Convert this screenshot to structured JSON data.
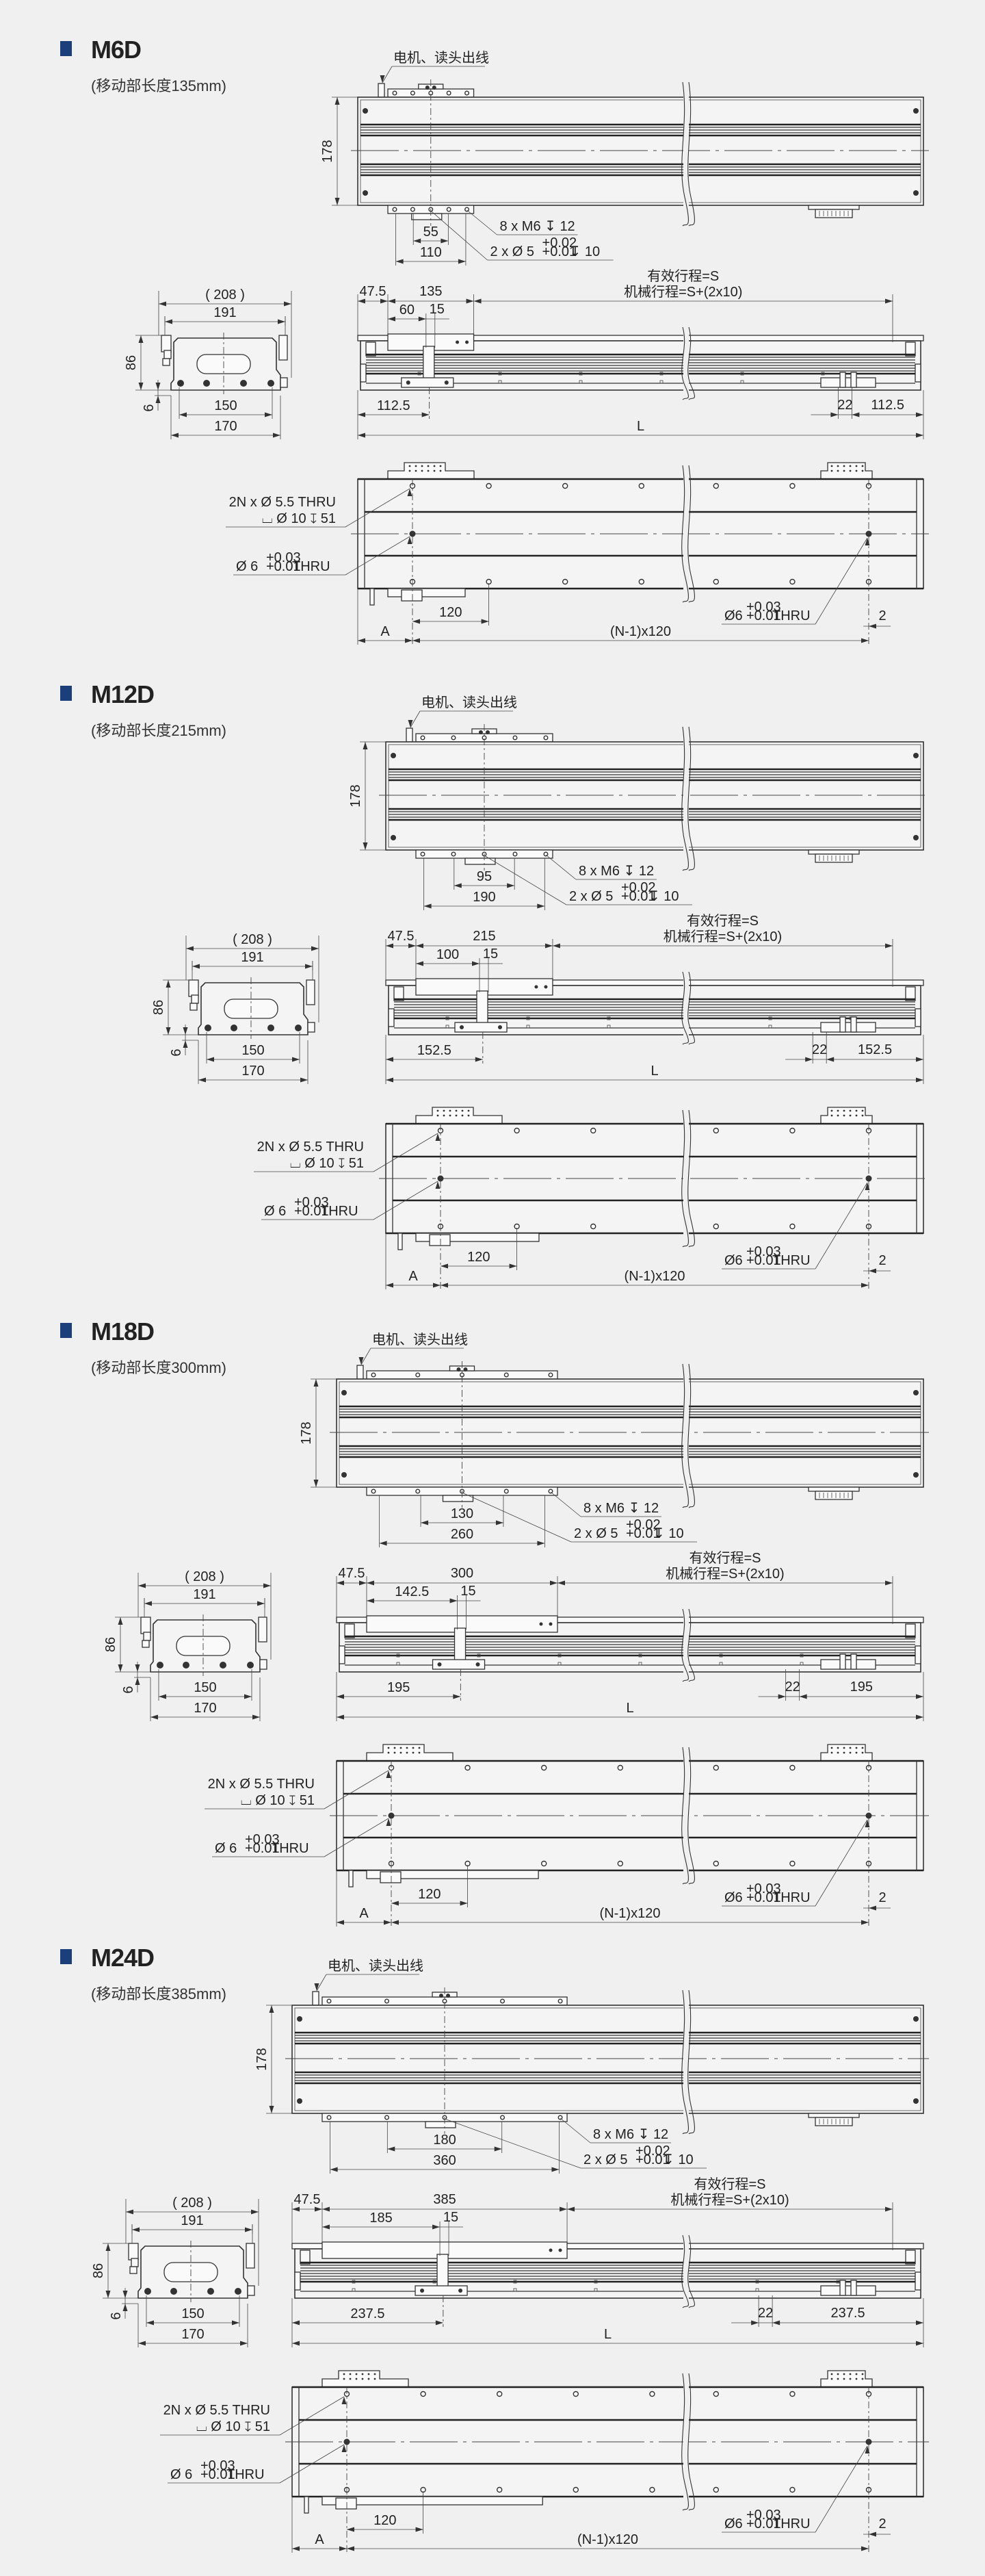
{
  "common": {
    "motor_label": "电机、读头出线",
    "height": "178",
    "tap_holes": "8 x M6 ↧ 12",
    "pin_prefix": "2 x Ø 5",
    "pin_tol_upper": "+0.02",
    "pin_tol_lower": "+0.01",
    "pin_suffix": "↧ 10",
    "stroke_effective": "有效行程=S",
    "stroke_mechanical": "机械行程=S+(2x10)",
    "offset": "47.5",
    "arm_width": "15",
    "gap": "22",
    "length": "L",
    "end_width_ref": "( 208 )",
    "end_width": "191",
    "end_height": "86",
    "end_clearance": "6",
    "end_hole_pitch": "150",
    "end_base": "170",
    "mount_holes_1": "2N x Ø 5.5 THRU",
    "mount_holes_2": "⌴ Ø 10 ↧ 51",
    "dowel_prefix": "Ø 6",
    "dowel_prefix_right": "Ø6",
    "dowel_tol_upper": "+0.03",
    "dowel_tol_lower": "+0.01",
    "dowel_suffix": "THRU",
    "hole_pitch": "120",
    "edge_offset": "A",
    "hole_span": "(N-1)x120",
    "edge_gap": "2"
  },
  "sections": [
    {
      "title": "M6D",
      "subtitle": "(移动部长度135mm)",
      "pitch_inner": "55",
      "pitch_outer": "110",
      "carriage": "135",
      "arm_offset": "60",
      "end_len": "112.5"
    },
    {
      "title": "M12D",
      "subtitle": "(移动部长度215mm)",
      "pitch_inner": "95",
      "pitch_outer": "190",
      "carriage": "215",
      "arm_offset": "100",
      "end_len": "152.5"
    },
    {
      "title": "M18D",
      "subtitle": "(移动部长度300mm)",
      "pitch_inner": "130",
      "pitch_outer": "260",
      "carriage": "300",
      "arm_offset": "142.5",
      "end_len": "195"
    },
    {
      "title": "M24D",
      "subtitle": "(移动部长度385mm)",
      "pitch_inner": "180",
      "pitch_outer": "360",
      "carriage": "385",
      "arm_offset": "185",
      "end_len": "237.5"
    }
  ],
  "colors": {
    "accent": "#1b3f7a",
    "background": "#f0f0f0",
    "line": "#333333"
  }
}
